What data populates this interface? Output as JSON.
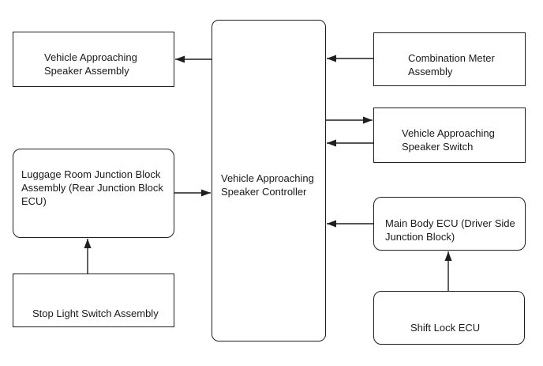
{
  "page": {
    "background_color": "#ffffff",
    "line_color": "#1f1f1f",
    "text_color": "#1a1a1a"
  },
  "diagram": {
    "type": "block-diagram",
    "description": "System wiring block diagram of a vehicle approaching speaker system",
    "nodes": {
      "speaker_assembly": {
        "label": "Vehicle Approaching\nSpeaker Assembly",
        "shape": "rectangle"
      },
      "luggage_junction": {
        "label": "Luggage Room Junction Block\nAssembly (Rear Junction Block\nECU)",
        "shape": "rounded-rectangle"
      },
      "stop_light_switch": {
        "label": "Stop Light Switch Assembly",
        "shape": "rectangle"
      },
      "controller": {
        "label": "Vehicle Approaching\nSpeaker Controller",
        "shape": "rounded-rectangle"
      },
      "combination_meter": {
        "label": "Combination Meter\nAssembly",
        "shape": "rectangle"
      },
      "speaker_switch": {
        "label": "Vehicle Approaching\nSpeaker Switch",
        "shape": "rectangle"
      },
      "main_body_ecu": {
        "label": "Main Body ECU (Driver Side\nJunction Block)",
        "shape": "rounded-rectangle"
      },
      "shift_lock_ecu": {
        "label": "Shift Lock ECU",
        "shape": "rounded-rectangle"
      }
    },
    "edges": [
      {
        "from": "controller",
        "to": "speaker_assembly",
        "style": "arrow"
      },
      {
        "from": "combination_meter",
        "to": "controller",
        "style": "arrow"
      },
      {
        "from": "controller",
        "to": "speaker_switch",
        "style": "arrow"
      },
      {
        "from": "speaker_switch",
        "to": "controller",
        "style": "arrow"
      },
      {
        "from": "luggage_junction",
        "to": "controller",
        "style": "arrow"
      },
      {
        "from": "main_body_ecu",
        "to": "controller",
        "style": "arrow"
      },
      {
        "from": "stop_light_switch",
        "to": "luggage_junction",
        "style": "arrow"
      },
      {
        "from": "shift_lock_ecu",
        "to": "main_body_ecu",
        "style": "arrow"
      }
    ]
  }
}
